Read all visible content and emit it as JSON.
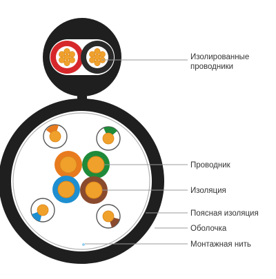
{
  "labels": {
    "insulated_conductors_line1": "Изолированные",
    "insulated_conductors_line2": "проводники",
    "conductor": "Проводник",
    "insulation": "Изоляция",
    "belt_insulation": "Поясная изоляция",
    "sheath": "Оболочка",
    "assembly_thread": "Монтажная нить"
  },
  "colors": {
    "sheath": "#1f1f1f",
    "copper": "#f0a12c",
    "copper_dark": "#d9861b",
    "leader_line": "#9a9a9a",
    "orange": "#e87b1e",
    "green": "#1f8a3a",
    "blue": "#1e8fd0",
    "brown": "#8a4a2e",
    "red": "#d6282b",
    "white": "#ffffff"
  }
}
